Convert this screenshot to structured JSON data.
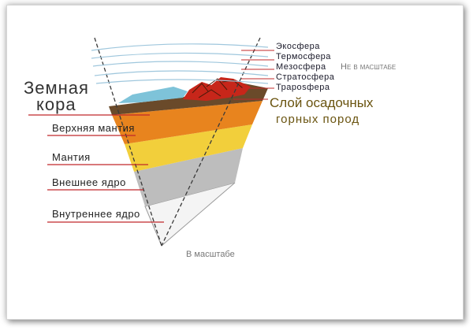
{
  "atmosphere_labels": [
    "Экосфера",
    "Термосфера",
    "Мезосфера",
    "Стратосфера",
    "Траposфера"
  ],
  "not_to_scale": "Не в масштабе",
  "crust_label_line1": "Земная",
  "crust_label_line2": "кора",
  "sediment_line1": "Слой осадочных",
  "sediment_line2": "горных пород",
  "layers": [
    "Верхняя мантия",
    "Мантия",
    "Внешнее ядро",
    "Внутреннее ядро"
  ],
  "to_scale": "В масштабе",
  "colors": {
    "leader_line": "#c0282b",
    "sediment_text": "#6a5410",
    "upper_mantle": "#e8841e",
    "mantle": "#f2cf3b",
    "outer_core": "#bdbdbd",
    "inner_core": "#f4f4f4",
    "crust": "#6a4a2a",
    "ocean": "#7ec3d9",
    "lava": "#c7261a"
  }
}
